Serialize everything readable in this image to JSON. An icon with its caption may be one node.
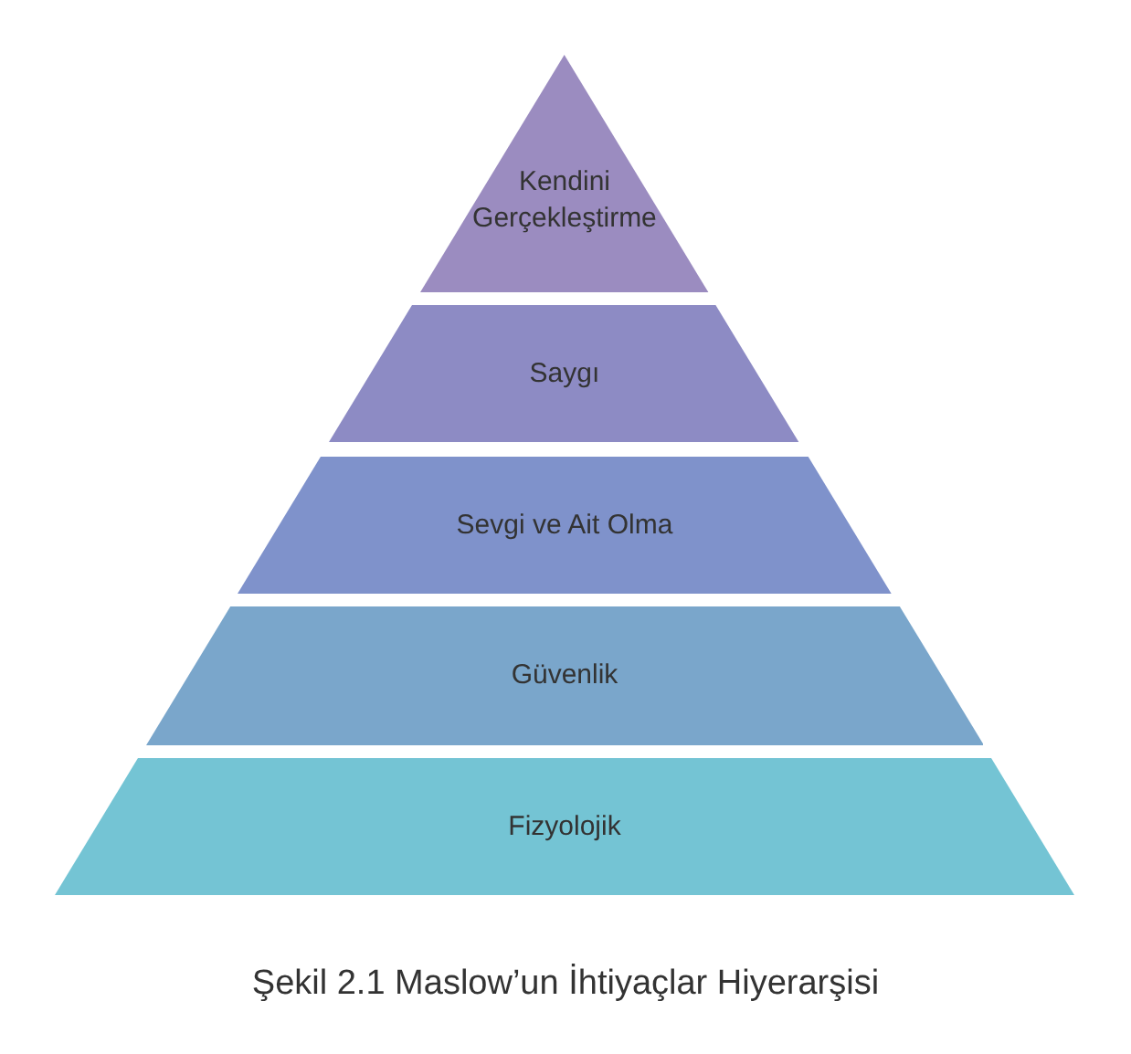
{
  "diagram": {
    "caption": "Şekil 2.1 Maslow’un İhtiyaçlar Hiyerarşisi",
    "nodes": [
      {
        "text": [
          "Kendini Gerçekleştirme"
        ]
      },
      {
        "text": [
          "Saygı"
        ]
      },
      {
        "text": [
          "Sevgi ve Ait Olma"
        ]
      },
      {
        "text": [
          "Güvenlik"
        ]
      },
      {
        "text": [
          "Fizyolojik"
        ]
      }
    ]
  }
}
